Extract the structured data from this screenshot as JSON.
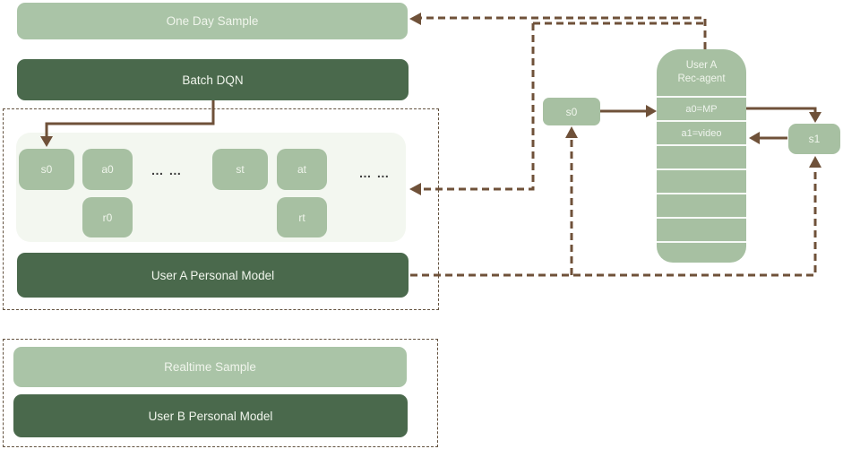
{
  "colors": {
    "light_green": "#aac4a7",
    "dark_green": "#4a694c",
    "cell_green": "#a7c0a2",
    "pool_bg": "#f3f7f0",
    "arrow_brown": "#6f5139",
    "dash_border": "#63523f",
    "text_light": "#f0f5ec",
    "dots_color": "#3b3b3b"
  },
  "boxes": {
    "one_day_sample": "One Day Sample",
    "batch_dqn": "Batch DQN",
    "user_a_personal_model": "User A Personal Model",
    "realtime_sample": "Realtime Sample",
    "user_b_personal_model": "User B Personal Model"
  },
  "pool": {
    "s0": "s0",
    "a0": "a0",
    "r0": "r0",
    "st": "st",
    "at": "at",
    "rt": "rt",
    "dots_left": "… …",
    "dots_right": "… …"
  },
  "agent": {
    "title_line1": "User A",
    "title_line2": "Rec-agent",
    "row_a0": "a0=MP",
    "row_a1": "a1=video"
  },
  "states": {
    "s0": "s0",
    "s1": "s1"
  }
}
